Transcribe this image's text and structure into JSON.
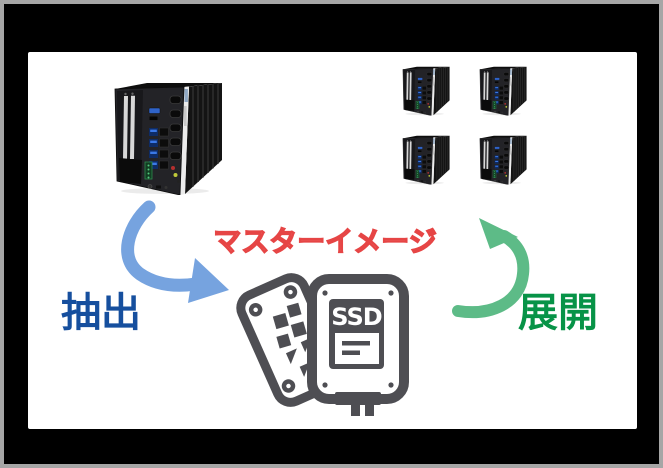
{
  "diagram": {
    "master_image_label": "マスターイメージ",
    "extract_label": "抽出",
    "deploy_label": "展開",
    "ssd_label": "SSD",
    "clone_pc_count": 4,
    "colors": {
      "page_background": "#000000",
      "frame_border": "#a6a6a6",
      "panel_background": "#ffffff",
      "extract_arrow": "#76a3df",
      "extract_text": "#164f9e",
      "deploy_arrow": "#5dbb87",
      "deploy_text": "#079347",
      "master_image_text_fill": "#f98e8e",
      "master_image_text_outline": "#e64545",
      "ssd_icon_gray": "#4e4e53"
    },
    "icons": [
      "master-pc-image",
      "clone-pc-image",
      "extract-arrow-icon",
      "deploy-arrow-icon",
      "ssd-master-image-icon"
    ]
  }
}
